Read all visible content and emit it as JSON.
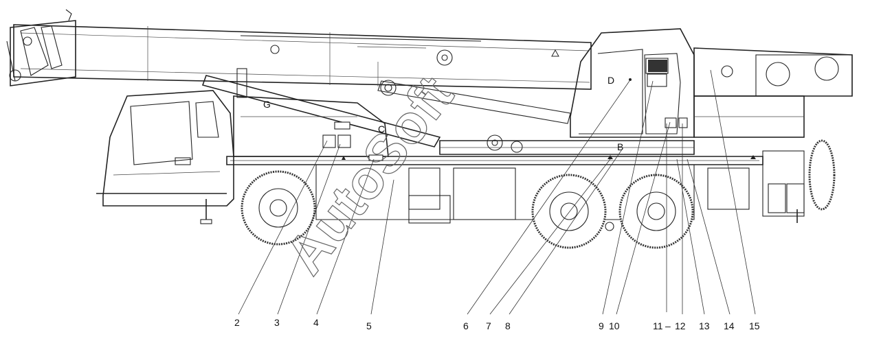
{
  "callouts": [
    "2",
    "3",
    "4",
    "5",
    "6",
    "7",
    "8",
    "9",
    "10",
    "11",
    "12",
    "13",
    "14",
    "15"
  ],
  "callout_range_dash": "–",
  "zone_letters": {
    "d": "D",
    "g": "G",
    "c": "C",
    "b": "B"
  },
  "watermark": "AutoSoft"
}
